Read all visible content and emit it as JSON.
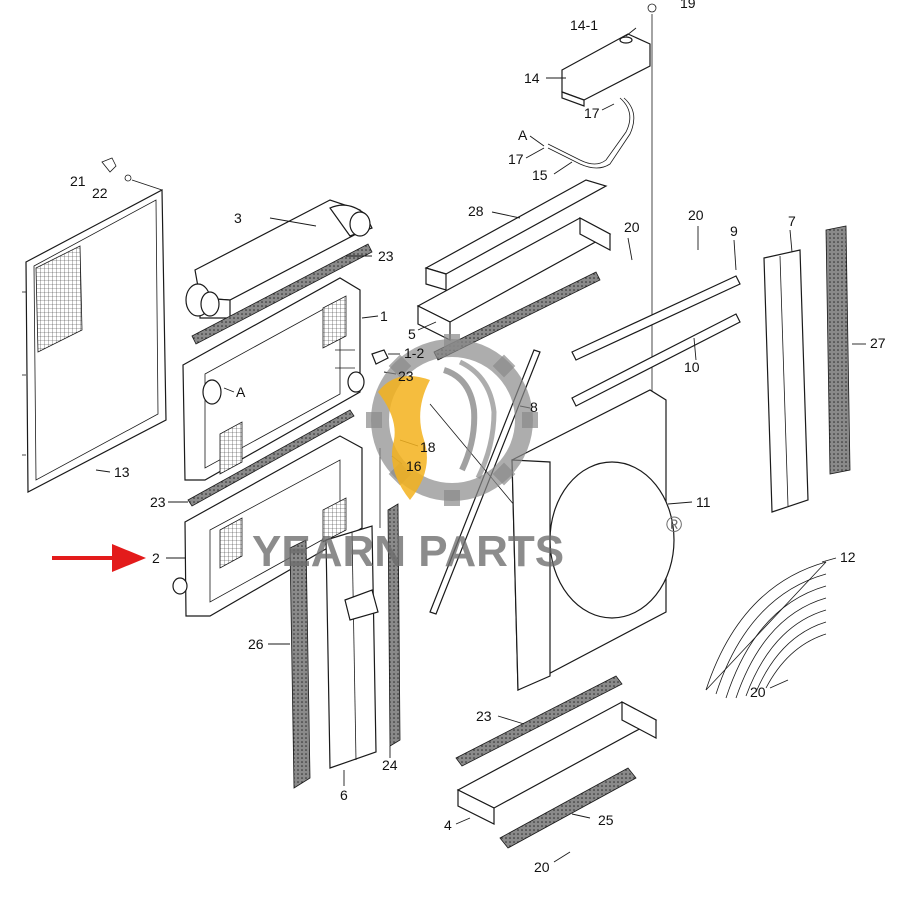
{
  "labels": {
    "p19": "19",
    "p14_1": "14-1",
    "p14": "14",
    "p17a": "17",
    "pA1": "A",
    "p17b": "17",
    "p15": "15",
    "p21": "21",
    "p22": "22",
    "p28": "28",
    "p20a": "20",
    "p20b": "20",
    "p9": "9",
    "p7": "7",
    "p3": "3",
    "p23a": "23",
    "p1": "1",
    "p5": "5",
    "p1_2": "1-2",
    "p23b": "23",
    "p10": "10",
    "p27": "27",
    "pA2": "A",
    "p8": "8",
    "p18": "18",
    "p16": "16",
    "p13": "13",
    "p23c": "23",
    "p11": "11",
    "p2": "2",
    "p12": "12",
    "p26": "26",
    "p20c": "20",
    "p23d": "23",
    "p6": "6",
    "p24": "24",
    "p4": "4",
    "p25": "25",
    "p20d": "20"
  },
  "watermark": {
    "brand": "YEARN PARTS",
    "registered": "®"
  },
  "colors": {
    "arrow": "#e31b1b",
    "watermark_gear": "#8a8a8a",
    "watermark_flame": "#f3b21c",
    "line": "#1a1a1a"
  },
  "indicator": {
    "icon": "red-arrow-icon",
    "points_to": "2"
  }
}
